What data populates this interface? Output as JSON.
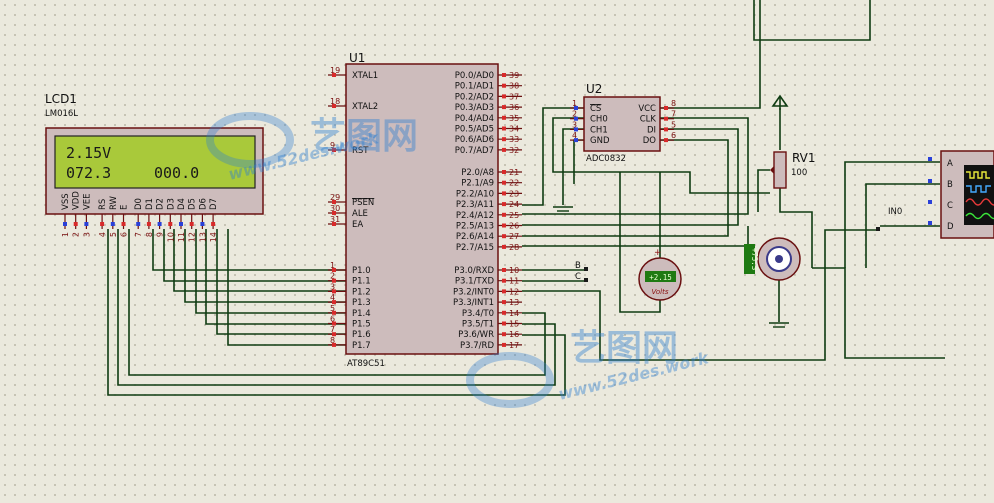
{
  "lcd": {
    "ref": "LCD1",
    "model": "LM016L",
    "line1": "2.15V",
    "line2a": "072.3",
    "line2b": "000.0",
    "pins": [
      {
        "name": "VSS",
        "num": "1"
      },
      {
        "name": "VDD",
        "num": "2"
      },
      {
        "name": "VEE",
        "num": "3"
      },
      {
        "name": "RS",
        "num": "4"
      },
      {
        "name": "RW",
        "num": "5"
      },
      {
        "name": "E",
        "num": "6"
      },
      {
        "name": "D0",
        "num": "7"
      },
      {
        "name": "D1",
        "num": "8"
      },
      {
        "name": "D2",
        "num": "9"
      },
      {
        "name": "D3",
        "num": "10"
      },
      {
        "name": "D4",
        "num": "11"
      },
      {
        "name": "D5",
        "num": "12"
      },
      {
        "name": "D6",
        "num": "13"
      },
      {
        "name": "D7",
        "num": "14"
      }
    ]
  },
  "mcu": {
    "ref": "U1",
    "model": "AT89C51",
    "left_top": [
      {
        "name": "XTAL1",
        "num": "19"
      },
      {
        "name": "XTAL2",
        "num": "18"
      },
      {
        "name": "RST",
        "num": "9"
      },
      {
        "name": "PSEN",
        "num": "29"
      },
      {
        "name": "ALE",
        "num": "30"
      },
      {
        "name": "EA",
        "num": "31"
      }
    ],
    "left_p1": [
      {
        "name": "P1.0",
        "num": "1"
      },
      {
        "name": "P1.1",
        "num": "2"
      },
      {
        "name": "P1.2",
        "num": "3"
      },
      {
        "name": "P1.3",
        "num": "4"
      },
      {
        "name": "P1.4",
        "num": "5"
      },
      {
        "name": "P1.5",
        "num": "6"
      },
      {
        "name": "P1.6",
        "num": "7"
      },
      {
        "name": "P1.7",
        "num": "8"
      }
    ],
    "right_p0": [
      {
        "name": "P0.0/AD0",
        "num": "39"
      },
      {
        "name": "P0.1/AD1",
        "num": "38"
      },
      {
        "name": "P0.2/AD2",
        "num": "37"
      },
      {
        "name": "P0.3/AD3",
        "num": "36"
      },
      {
        "name": "P0.4/AD4",
        "num": "35"
      },
      {
        "name": "P0.5/AD5",
        "num": "34"
      },
      {
        "name": "P0.6/AD6",
        "num": "33"
      },
      {
        "name": "P0.7/AD7",
        "num": "32"
      }
    ],
    "right_p2": [
      {
        "name": "P2.0/A8",
        "num": "21"
      },
      {
        "name": "P2.1/A9",
        "num": "22"
      },
      {
        "name": "P2.2/A10",
        "num": "23"
      },
      {
        "name": "P2.3/A11",
        "num": "24"
      },
      {
        "name": "P2.4/A12",
        "num": "25"
      },
      {
        "name": "P2.5/A13",
        "num": "26"
      },
      {
        "name": "P2.6/A14",
        "num": "27"
      },
      {
        "name": "P2.7/A15",
        "num": "28"
      }
    ],
    "right_p3": [
      {
        "name": "P3.0/RXD",
        "num": "10"
      },
      {
        "name": "P3.1/TXD",
        "num": "11"
      },
      {
        "name": "P3.2/INT0",
        "num": "12"
      },
      {
        "name": "P3.3/INT1",
        "num": "13"
      },
      {
        "name": "P3.4/T0",
        "num": "14"
      },
      {
        "name": "P3.5/T1",
        "num": "15"
      },
      {
        "name": "P3.6/WR",
        "num": "16"
      },
      {
        "name": "P3.7/RD",
        "num": "17"
      }
    ]
  },
  "adc": {
    "ref": "U2",
    "model": "ADC0832",
    "left": [
      {
        "name": "CS",
        "num": "1"
      },
      {
        "name": "CH0",
        "num": "2"
      },
      {
        "name": "CH1",
        "num": "3"
      },
      {
        "name": "GND",
        "num": "4"
      }
    ],
    "right": [
      {
        "name": "VCC",
        "num": "8"
      },
      {
        "name": "CLK",
        "num": "7"
      },
      {
        "name": "DI",
        "num": "5"
      },
      {
        "name": "DO",
        "num": "6"
      }
    ]
  },
  "pot": {
    "ref": "RV1",
    "value": "100"
  },
  "voltmeter": {
    "reading": "+2.15",
    "unit": "Volts"
  },
  "motor": {
    "reading": "+75.3"
  },
  "scope": {
    "channels": [
      "A",
      "B",
      "C",
      "D"
    ]
  },
  "net_labels": {
    "b": "B",
    "c": "C",
    "in0": "IN0"
  },
  "watermark": {
    "brand": "艺图网",
    "url": "www.52des.work"
  },
  "colors": {
    "wire": "#0f3c12",
    "pin": "#6a1010",
    "body": "#cdbcbc",
    "lcd_screen": "#a9c93a"
  }
}
